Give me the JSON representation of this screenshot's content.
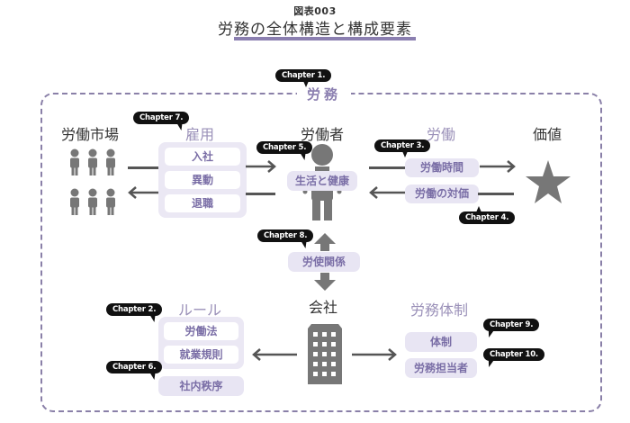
{
  "header": {
    "figure_label": "図表003",
    "title": "労務の全体構造と構成要素"
  },
  "colors": {
    "accent_purple": "#8b7fb0",
    "pill_bg": "#e8e5f3",
    "pill_text": "#7a6ea6",
    "icon_gray": "#777777",
    "bubble_bg": "#111111"
  },
  "frame": {
    "label": "労務",
    "chapter": "Chapter 1."
  },
  "labor_market": {
    "heading": "労働市場",
    "people_count": 6
  },
  "employment": {
    "heading": "雇用",
    "chapter": "Chapter 7.",
    "items": [
      "入社",
      "異動",
      "退職"
    ]
  },
  "worker": {
    "heading": "労働者",
    "chapter": "Chapter 5.",
    "badge": "生活と健康"
  },
  "labor": {
    "heading": "労働",
    "items": [
      {
        "label": "労働時間",
        "chapter": "Chapter 3."
      },
      {
        "label": "労働の対価",
        "chapter": "Chapter 4."
      }
    ]
  },
  "value": {
    "heading": "価値"
  },
  "labor_relations": {
    "label": "労使関係",
    "chapter": "Chapter 8."
  },
  "company": {
    "heading": "会社"
  },
  "rules": {
    "heading": "ルール",
    "items": [
      {
        "label": "労働法",
        "chapter": "Chapter 2."
      },
      {
        "label": "就業規則"
      },
      {
        "label": "社内秩序",
        "chapter": "Chapter 6."
      }
    ]
  },
  "hr_system": {
    "heading": "労務体制",
    "items": [
      {
        "label": "体制",
        "chapter": "Chapter 9."
      },
      {
        "label": "労務担当者",
        "chapter": "Chapter 10."
      }
    ]
  }
}
